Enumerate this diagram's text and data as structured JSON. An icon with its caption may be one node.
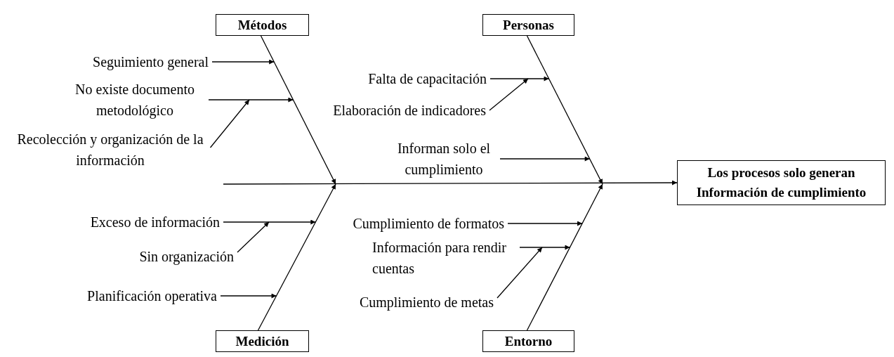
{
  "diagram": {
    "nodes": [
      {
        "text": [
          "Métodos"
        ]
      },
      {
        "text": [
          "Personas"
        ]
      },
      {
        "text": [
          "Medición"
        ]
      },
      {
        "text": [
          "Entorno"
        ]
      },
      {
        "text": [
          "Los procesos solo generan Información de cumplimiento"
        ]
      },
      {
        "text": [
          "Seguimiento general"
        ]
      },
      {
        "text": [
          "No existe documento metodológico"
        ]
      },
      {
        "text": [
          "Recolección y organización de la información"
        ]
      },
      {
        "text": [
          "Falta de capacitación"
        ]
      },
      {
        "text": [
          "Elaboración de indicadores"
        ]
      },
      {
        "text": [
          "Informan solo el cumplimiento"
        ]
      },
      {
        "text": [
          "Exceso de información"
        ]
      },
      {
        "text": [
          "Sin organización"
        ]
      },
      {
        "text": [
          "Planificación operativa"
        ]
      },
      {
        "text": [
          "Cumplimiento de formatos"
        ]
      },
      {
        "text": [
          "Información para rendir cuentas"
        ]
      },
      {
        "text": [
          "Cumplimiento de metas"
        ]
      }
    ],
    "edges": [
      {
        "from": 0,
        "to": null,
        "arrow": "to"
      },
      {
        "from": 1,
        "to": null,
        "arrow": "to"
      },
      {
        "from": 2,
        "to": null,
        "arrow": "to"
      },
      {
        "from": 3,
        "to": null,
        "arrow": "to"
      },
      {
        "from": null,
        "to": 4,
        "arrow": "to"
      },
      {
        "from": 5,
        "to": null,
        "arrow": "to"
      },
      {
        "from": 6,
        "to": null,
        "arrow": "to"
      },
      {
        "from": 7,
        "to": null,
        "arrow": "to"
      },
      {
        "from": 8,
        "to": null,
        "arrow": "to"
      },
      {
        "from": 9,
        "to": null,
        "arrow": "to"
      },
      {
        "from": 10,
        "to": null,
        "arrow": "to"
      },
      {
        "from": 11,
        "to": null,
        "arrow": "to"
      },
      {
        "from": 12,
        "to": null,
        "arrow": "to"
      },
      {
        "from": 13,
        "to": null,
        "arrow": "to"
      },
      {
        "from": 14,
        "to": null,
        "arrow": "to"
      },
      {
        "from": 15,
        "to": null,
        "arrow": "to"
      },
      {
        "from": 16,
        "to": null,
        "arrow": "to"
      }
    ]
  }
}
